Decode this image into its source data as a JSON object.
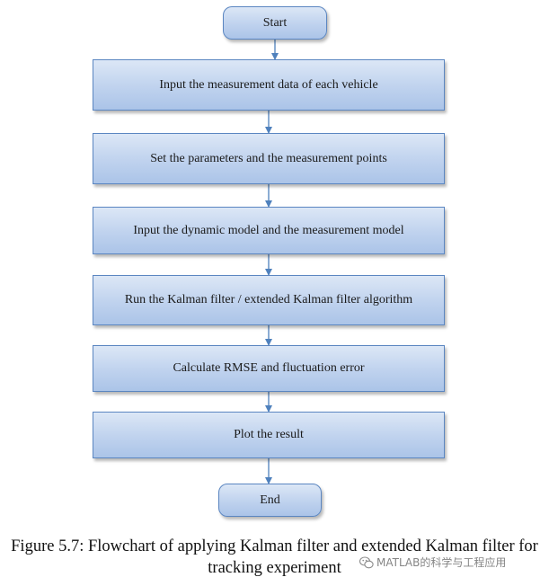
{
  "flowchart": {
    "nodes": [
      {
        "id": "n0",
        "shape": "terminal",
        "label": "Start"
      },
      {
        "id": "n1",
        "shape": "process",
        "label": "Input the measurement  data of each vehicle"
      },
      {
        "id": "n2",
        "shape": "process",
        "label": "Set the parameters and the measurement  points"
      },
      {
        "id": "n3",
        "shape": "process",
        "label": "Input the dynamic model and the measurement  model"
      },
      {
        "id": "n4",
        "shape": "process",
        "label": "Run the Kalman  filter / extended Kalman filter algorithm"
      },
      {
        "id": "n5",
        "shape": "process",
        "label": "Calculate RMSE and fluctuation error"
      },
      {
        "id": "n6",
        "shape": "process",
        "label": "Plot the result"
      },
      {
        "id": "n7",
        "shape": "terminal",
        "label": "End"
      }
    ],
    "edges": [
      {
        "from": "n0",
        "to": "n1"
      },
      {
        "from": "n1",
        "to": "n2"
      },
      {
        "from": "n2",
        "to": "n3"
      },
      {
        "from": "n3",
        "to": "n4"
      },
      {
        "from": "n4",
        "to": "n5"
      },
      {
        "from": "n5",
        "to": "n6"
      },
      {
        "from": "n6",
        "to": "n7"
      }
    ]
  },
  "caption": {
    "line1": "Figure 5.7: Flowchart of applying Kalman filter and extended Kalman filter for",
    "line2": "tracking experiment"
  },
  "watermark": {
    "text": "MATLAB的科学与工程应用",
    "icon": "wechat-logo-icon"
  },
  "colors": {
    "node_fill_top": "#dce7f6",
    "node_fill_bottom": "#abc4e8",
    "node_border": "#5b86c1",
    "arrow": "#4f81bd"
  }
}
